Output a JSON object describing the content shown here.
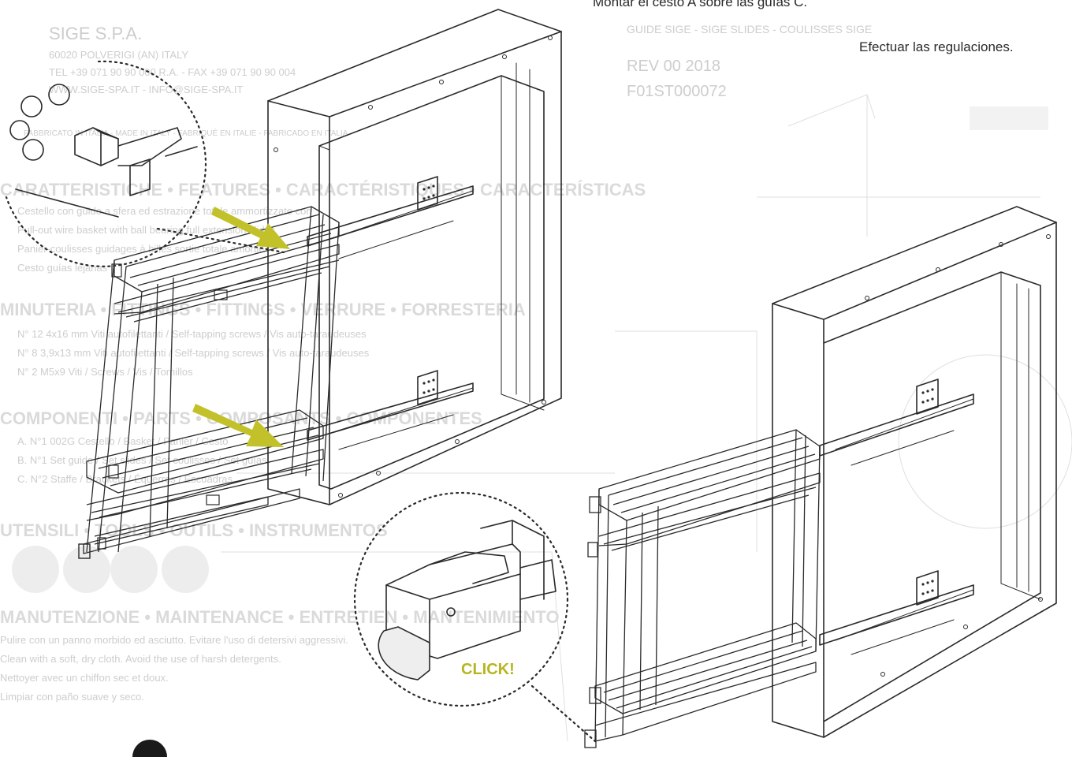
{
  "instructions": {
    "line1": "Montar el cesto A sobre las guías C.",
    "line2": "Efectuar las regulaciones."
  },
  "click_label": "CLICK!",
  "background_ghost": {
    "company": "SIGE S.P.A.",
    "address": "60020 POLVERIGI (AN) ITALY",
    "phone": "TEL +39 071 90 90 000 R.A. - FAX +39 071 90 90 004",
    "web": "WWW.SIGE-SPA.IT - INFO@SIGE-SPA.IT",
    "code_line": "GUIDE SIGE - SIGE SLIDES - COULISSES SIGE",
    "rev": "REV 00 2018",
    "doc_code": "F01ST000072",
    "made_in": "FABBRICATO IN ITALIA - MADE IN ITALY - FABRIQUÉ EN ITALIE - FABRICADO EN ITALIA",
    "section1": "CARATTERISTICHE • FEATURES • CARACTÉRISTIQUES • CARACTERÍSTICAS",
    "s1_lines": [
      "Cestello con guide a sfera ed estrazione totale ammortizzate con",
      "Pull-out wire basket with ball bearing full extension slides",
      "Panier-coulisses guidages à billes sortie totale amortie",
      "Cesto guías lejanas"
    ],
    "section2": "MINUTERIA • FITTINGS • FITTINGS • VERRURE • FORRESTERIA",
    "s2_lines": [
      "N° 12 4x16 mm Viti autofilettanti / Self-tapping screws / Vis auto-taraudeuses",
      "N° 8 3,9x13 mm Viti autofilettanti / Self-tapping screws / Vis auto-taraudeuses",
      "N° 2 M5x9 Viti / Screws / Vis / Tornillos"
    ],
    "section3": "COMPONENTI • PARTS • COMPOSANTS • COMPONENTES",
    "s3_lines": [
      "A. N°1 002G Cestello / Basket / Panier / Cesto",
      "B. N°1 Set guide / Set slides / Set coulisses / Set guías",
      "C. N°2 Staffe / Brackets / Équerres / Escuadras"
    ],
    "section4": "UTENSILI • TOOLS • OUTILS • INSTRUMENTOS",
    "section5": "MANUTENZIONE • MAINTENANCE • ENTRETIEN • MANTENIMIENTO",
    "s5_lines": [
      "Pulire con un panno morbido ed asciutto. Evitare l'uso di detersivi aggressivi.",
      "Clean with a soft, dry cloth. Avoid the use of harsh detergents.",
      "Nettoyer avec un chiffon sec et doux.",
      "Limpiar con paño suave y seco."
    ]
  },
  "colors": {
    "line": "#2a2a2a",
    "arrow": "#c2c12a",
    "click": "#b7b51f",
    "ghost_text": "#c8c8c8"
  }
}
